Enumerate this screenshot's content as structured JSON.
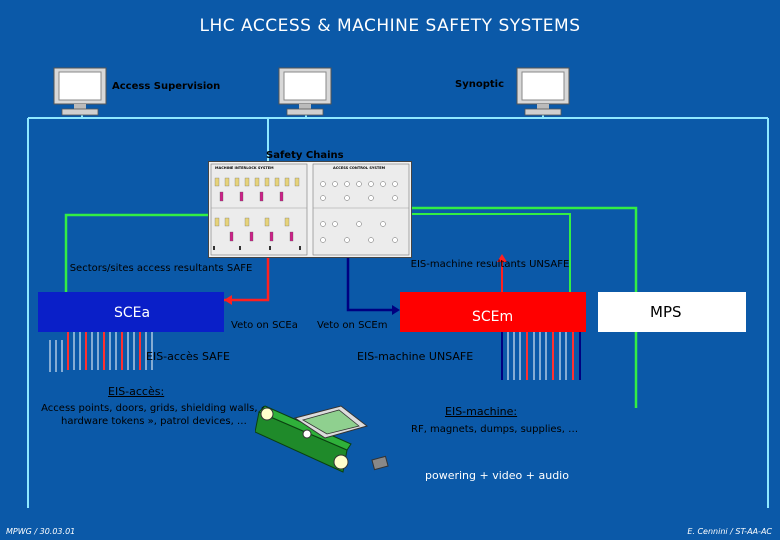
{
  "title": "LHC ACCESS & MACHINE SAFETY SYSTEMS",
  "labels": {
    "access_supervision": "Access Supervision",
    "synoptic": "Synoptic",
    "safety_chains": "Safety Chains",
    "sectors_resultants": "Sectors/sites access resultants SAFE",
    "eis_machine_resultants": "EIS-machine resultants UNSAFE",
    "scea": "SCEa",
    "scem": "SCEm",
    "mps": "MPS",
    "veto_scea": "Veto on SCEa",
    "veto_scem": "Veto on SCEm",
    "eis_acces_safe": "EIS-accès SAFE",
    "eis_machine_unsafe": "EIS-machine UNSAFE",
    "eis_acces_title": "EIS-accès:",
    "eis_acces_desc": "Access points, doors, grids, shielding walls, « hardware tokens », patrol devices, …",
    "eis_machine_title": "EIS-machine:",
    "eis_machine_desc": "RF, magnets, dumps, supplies, …",
    "powering": "powering + video + audio",
    "footer_left": "MPWG / 30.03.01",
    "footer_right": "E. Cennini / ST-AA-AC"
  },
  "panel": {
    "left_title": "MACHINE INTERLOCK SYSTEM",
    "right_title": "ACCESS CONTROL SYSTEM"
  },
  "icons": [
    "monitor-icon",
    "monitor-icon",
    "monitor-icon",
    "equipment-illustration"
  ],
  "colors": {
    "background": "#0b59a8",
    "scea_box": "#0a1fc8",
    "scem_box": "#ff0000",
    "mps_box": "#ffffff",
    "red_wire": "#ff2020",
    "green_wire": "#33ee44",
    "cyan_wire": "#8fe8ff",
    "navy_wire": "#000080"
  }
}
